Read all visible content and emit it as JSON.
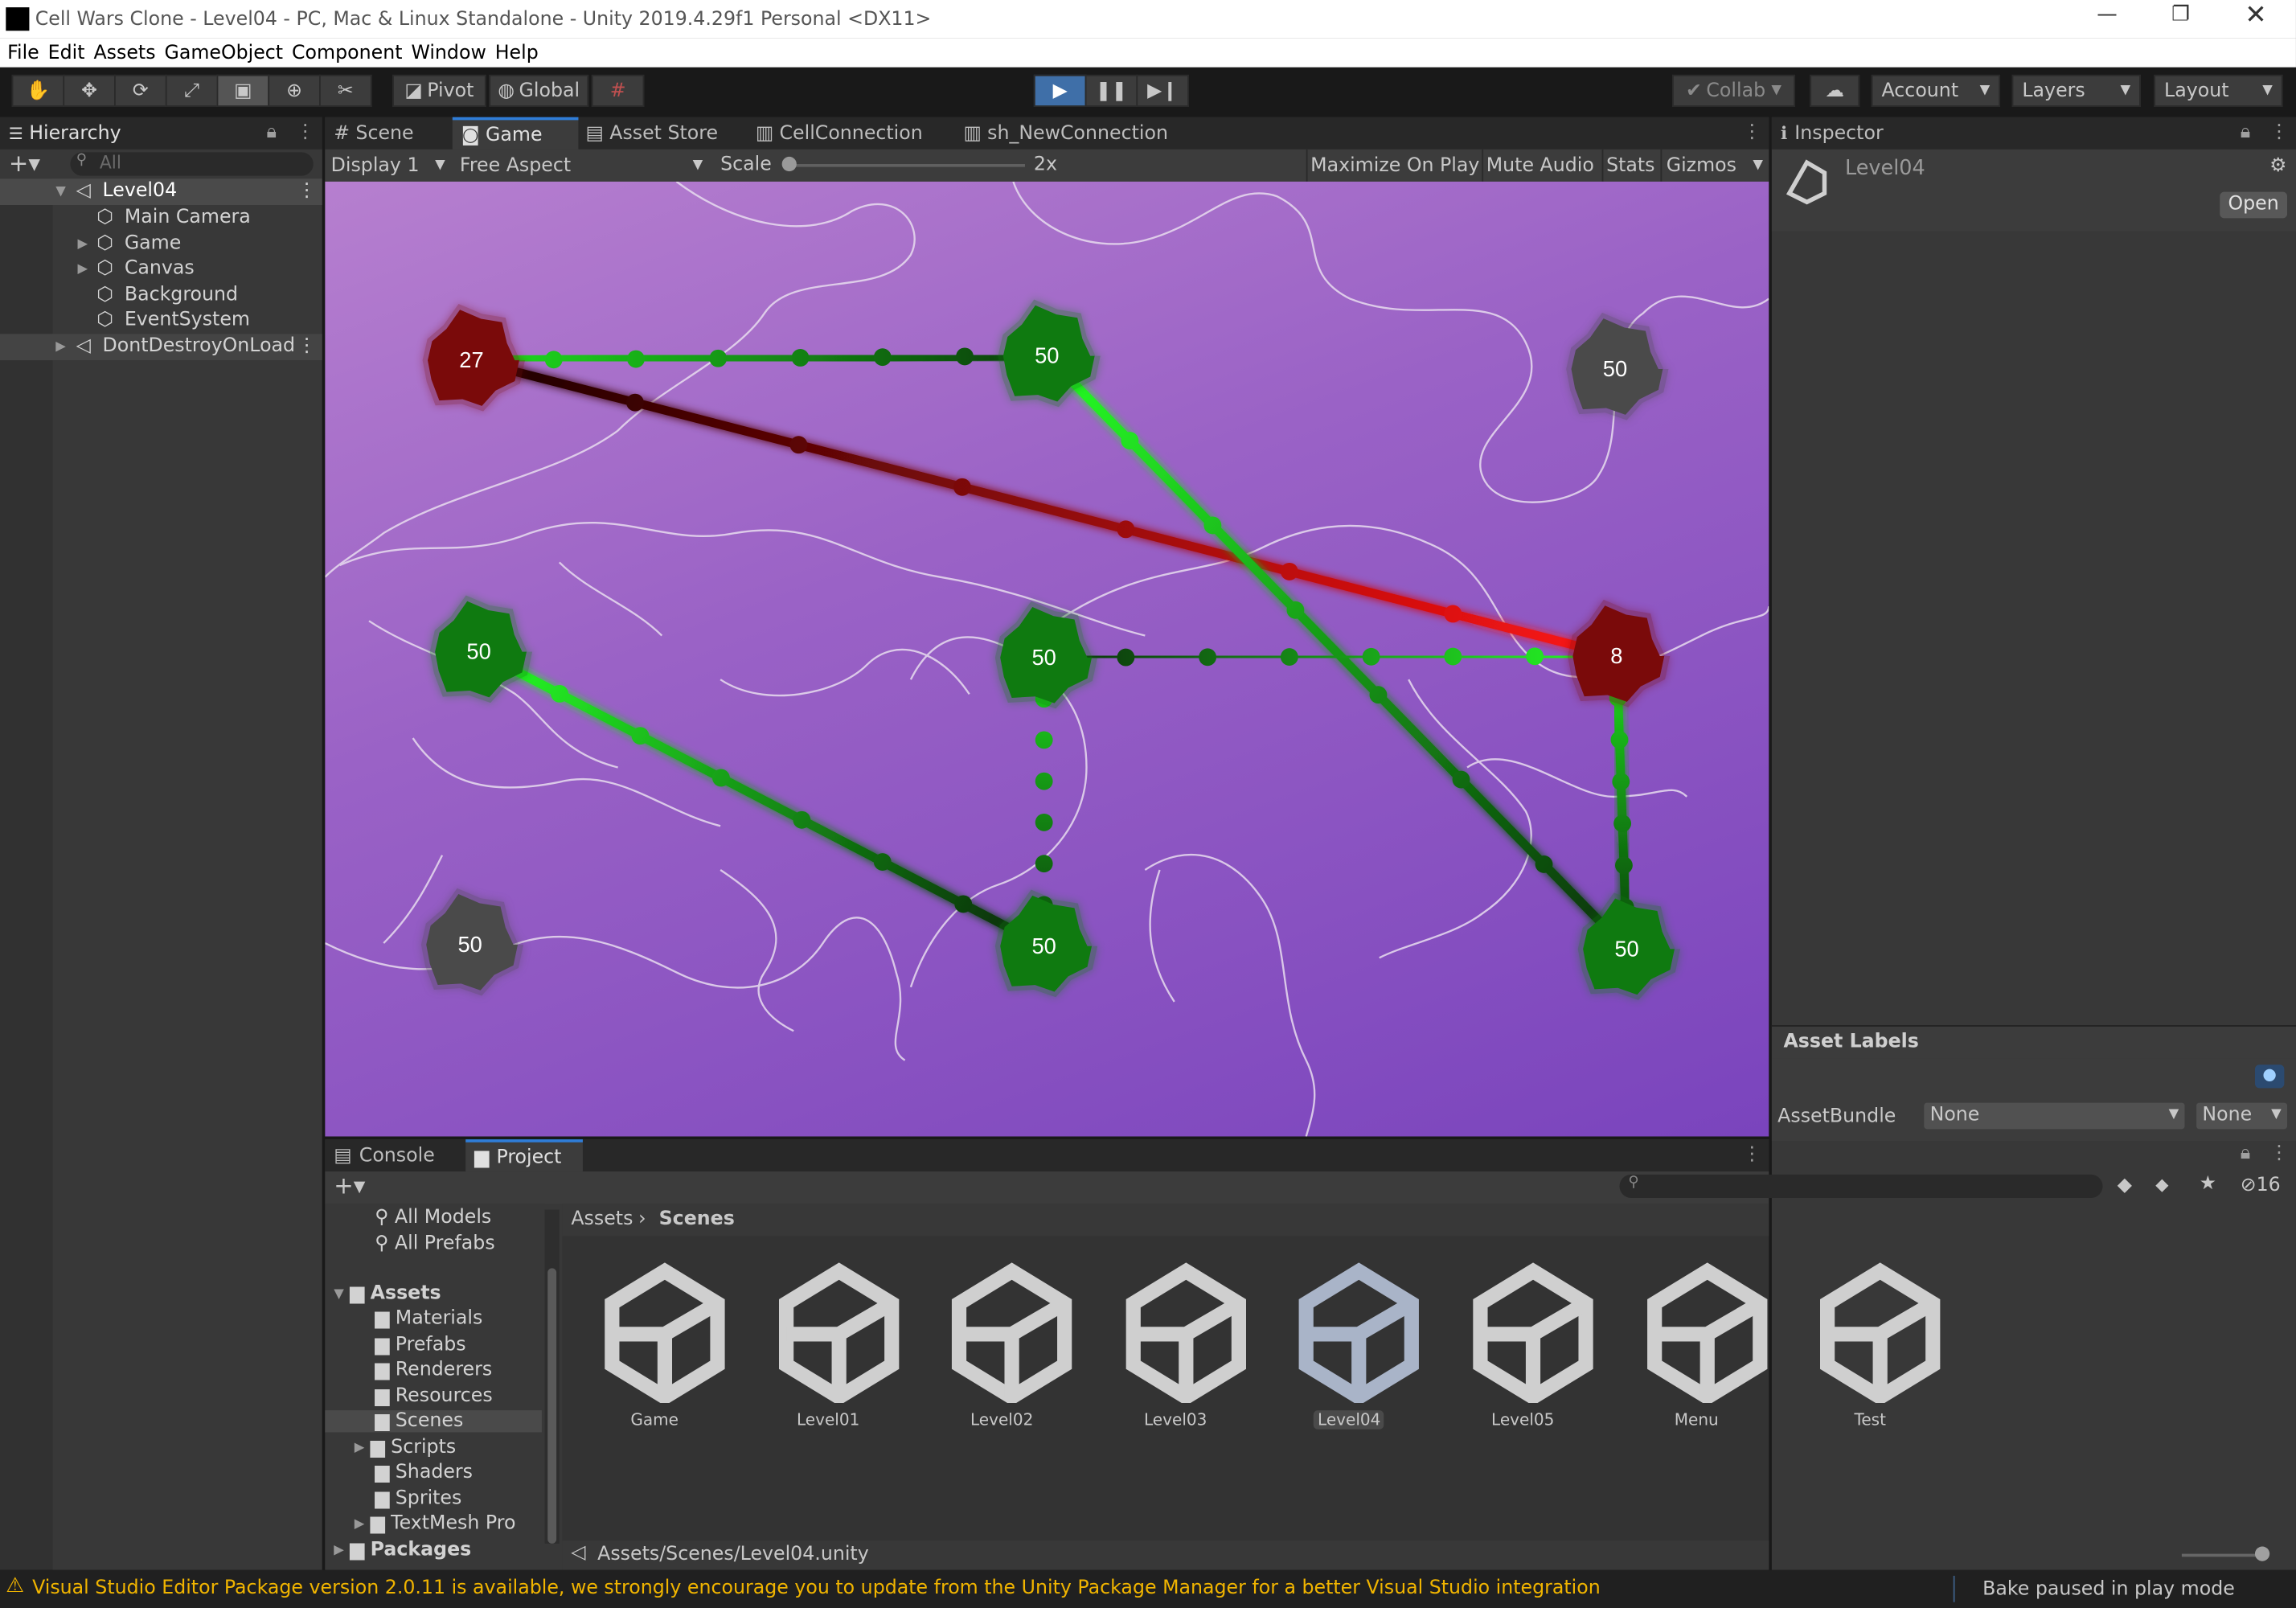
{
  "window": {
    "title": "Cell Wars Clone - Level04 - PC, Mac & Linux Standalone - Unity 2019.4.29f1 Personal <DX11>"
  },
  "menu": [
    "File",
    "Edit",
    "Assets",
    "GameObject",
    "Component",
    "Window",
    "Help"
  ],
  "toolbar": {
    "pivot": "Pivot",
    "global": "Global",
    "collab": "Collab",
    "account": "Account",
    "layers": "Layers",
    "layout": "Layout"
  },
  "hierarchy": {
    "tab": "Hierarchy",
    "search_placeholder": "All",
    "items": [
      {
        "label": "Level04"
      },
      {
        "label": "Main Camera"
      },
      {
        "label": "Game"
      },
      {
        "label": "Canvas"
      },
      {
        "label": "Background"
      },
      {
        "label": "EventSystem"
      },
      {
        "label": "DontDestroyOnLoad"
      }
    ]
  },
  "scene_tabs": [
    "Scene",
    "Game",
    "Asset Store",
    "CellConnection",
    "sh_NewConnection"
  ],
  "game_toolbar": {
    "display": "Display 1",
    "aspect": "Free Aspect",
    "scale_label": "Scale",
    "scale_value": "2x",
    "maximize": "Maximize On Play",
    "mute": "Mute Audio",
    "stats": "Stats",
    "gizmos": "Gizmos"
  },
  "cells": [
    {
      "id": "c1",
      "value": "27",
      "color": "#7a0a0a"
    },
    {
      "id": "c2",
      "value": "50",
      "color": "#0f7a10"
    },
    {
      "id": "c3",
      "value": "50",
      "color": "#4a4a4a"
    },
    {
      "id": "c4",
      "value": "50",
      "color": "#0f7a10"
    },
    {
      "id": "c5",
      "value": "50",
      "color": "#0f7a10"
    },
    {
      "id": "c6",
      "value": "8",
      "color": "#7a0a0a"
    },
    {
      "id": "c7",
      "value": "50",
      "color": "#4a4a4a"
    },
    {
      "id": "c8",
      "value": "50",
      "color": "#0f7a10"
    },
    {
      "id": "c9",
      "value": "50",
      "color": "#0f7a10"
    }
  ],
  "inspector": {
    "tab": "Inspector",
    "object": "Level04",
    "open": "Open",
    "asset_labels": "Asset Labels",
    "assetbundle_label": "AssetBundle",
    "assetbundle_value": "None",
    "variant_value": "None"
  },
  "bottom": {
    "tabs": [
      "Console",
      "Project"
    ],
    "favorites": [
      "All Models",
      "All Prefabs"
    ],
    "assets_root": "Assets",
    "folders": [
      "Materials",
      "Prefabs",
      "Renderers",
      "Resources",
      "Scenes",
      "Scripts",
      "Shaders",
      "Sprites",
      "TextMesh Pro"
    ],
    "packages": "Packages",
    "breadcrumb": [
      "Assets",
      "Scenes"
    ],
    "hidden_count": "16",
    "scenes": [
      "Game",
      "Level01",
      "Level02",
      "Level03",
      "Level04",
      "Level05",
      "Menu",
      "Test"
    ],
    "selected_path": "Assets/Scenes/Level04.unity"
  },
  "status": {
    "warning": "Visual Studio Editor Package version 2.0.11 is available, we strongly encourage you to update from the Unity Package Manager for a better Visual Studio integration",
    "bake": "Bake paused in play mode"
  }
}
